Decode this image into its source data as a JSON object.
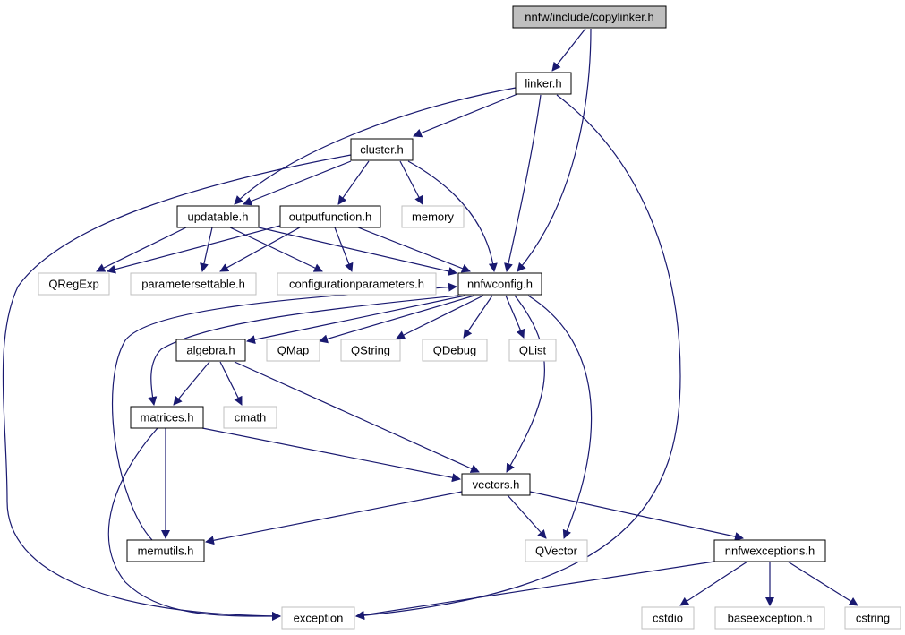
{
  "colors": {
    "edge": "#191970",
    "box_project": "#000000",
    "box_external": "#bfbfbf",
    "root_fill": "#bfbfbf",
    "fill": "#ffffff"
  },
  "nodes": [
    {
      "id": "copylinker",
      "label": "nnfw/include/copylinker.h",
      "kind": "root"
    },
    {
      "id": "linker",
      "label": "linker.h",
      "kind": "project"
    },
    {
      "id": "cluster",
      "label": "cluster.h",
      "kind": "project"
    },
    {
      "id": "updatable",
      "label": "updatable.h",
      "kind": "project"
    },
    {
      "id": "outputfunction",
      "label": "outputfunction.h",
      "kind": "project"
    },
    {
      "id": "memory",
      "label": "memory",
      "kind": "external"
    },
    {
      "id": "qregexp",
      "label": "QRegExp",
      "kind": "external"
    },
    {
      "id": "parametersettable",
      "label": "parametersettable.h",
      "kind": "external"
    },
    {
      "id": "configurationparameters",
      "label": "configurationparameters.h",
      "kind": "external"
    },
    {
      "id": "nnfwconfig",
      "label": "nnfwconfig.h",
      "kind": "project"
    },
    {
      "id": "algebra",
      "label": "algebra.h",
      "kind": "project"
    },
    {
      "id": "qmap",
      "label": "QMap",
      "kind": "external"
    },
    {
      "id": "qstring",
      "label": "QString",
      "kind": "external"
    },
    {
      "id": "qdebug",
      "label": "QDebug",
      "kind": "external"
    },
    {
      "id": "qlist",
      "label": "QList",
      "kind": "external"
    },
    {
      "id": "matrices",
      "label": "matrices.h",
      "kind": "project"
    },
    {
      "id": "cmath",
      "label": "cmath",
      "kind": "external"
    },
    {
      "id": "vectors",
      "label": "vectors.h",
      "kind": "project"
    },
    {
      "id": "memutils",
      "label": "memutils.h",
      "kind": "project"
    },
    {
      "id": "qvector",
      "label": "QVector",
      "kind": "external"
    },
    {
      "id": "nnfwexceptions",
      "label": "nnfwexceptions.h",
      "kind": "project"
    },
    {
      "id": "exception",
      "label": "exception",
      "kind": "external"
    },
    {
      "id": "cstdio",
      "label": "cstdio",
      "kind": "external"
    },
    {
      "id": "baseexception",
      "label": "baseexception.h",
      "kind": "external"
    },
    {
      "id": "cstring",
      "label": "cstring",
      "kind": "external"
    }
  ],
  "edges": [
    {
      "from": "copylinker",
      "to": "linker"
    },
    {
      "from": "copylinker",
      "to": "nnfwconfig"
    },
    {
      "from": "linker",
      "to": "cluster"
    },
    {
      "from": "linker",
      "to": "updatable"
    },
    {
      "from": "linker",
      "to": "nnfwconfig"
    },
    {
      "from": "linker",
      "to": "exception"
    },
    {
      "from": "cluster",
      "to": "updatable"
    },
    {
      "from": "cluster",
      "to": "outputfunction"
    },
    {
      "from": "cluster",
      "to": "memory"
    },
    {
      "from": "cluster",
      "to": "nnfwconfig"
    },
    {
      "from": "cluster",
      "to": "exception"
    },
    {
      "from": "updatable",
      "to": "qregexp"
    },
    {
      "from": "updatable",
      "to": "parametersettable"
    },
    {
      "from": "updatable",
      "to": "configurationparameters"
    },
    {
      "from": "updatable",
      "to": "nnfwconfig"
    },
    {
      "from": "outputfunction",
      "to": "qregexp"
    },
    {
      "from": "outputfunction",
      "to": "parametersettable"
    },
    {
      "from": "outputfunction",
      "to": "configurationparameters"
    },
    {
      "from": "outputfunction",
      "to": "nnfwconfig"
    },
    {
      "from": "nnfwconfig",
      "to": "algebra"
    },
    {
      "from": "nnfwconfig",
      "to": "qmap"
    },
    {
      "from": "nnfwconfig",
      "to": "qstring"
    },
    {
      "from": "nnfwconfig",
      "to": "qdebug"
    },
    {
      "from": "nnfwconfig",
      "to": "qlist"
    },
    {
      "from": "nnfwconfig",
      "to": "matrices"
    },
    {
      "from": "nnfwconfig",
      "to": "vectors"
    },
    {
      "from": "nnfwconfig",
      "to": "qvector"
    },
    {
      "from": "algebra",
      "to": "matrices"
    },
    {
      "from": "algebra",
      "to": "cmath"
    },
    {
      "from": "algebra",
      "to": "vectors"
    },
    {
      "from": "matrices",
      "to": "vectors"
    },
    {
      "from": "matrices",
      "to": "memutils"
    },
    {
      "from": "matrices",
      "to": "exception"
    },
    {
      "from": "memutils",
      "to": "nnfwconfig"
    },
    {
      "from": "vectors",
      "to": "memutils"
    },
    {
      "from": "vectors",
      "to": "qvector"
    },
    {
      "from": "vectors",
      "to": "nnfwexceptions"
    },
    {
      "from": "nnfwexceptions",
      "to": "exception"
    },
    {
      "from": "nnfwexceptions",
      "to": "cstdio"
    },
    {
      "from": "nnfwexceptions",
      "to": "baseexception"
    },
    {
      "from": "nnfwexceptions",
      "to": "cstring"
    }
  ]
}
